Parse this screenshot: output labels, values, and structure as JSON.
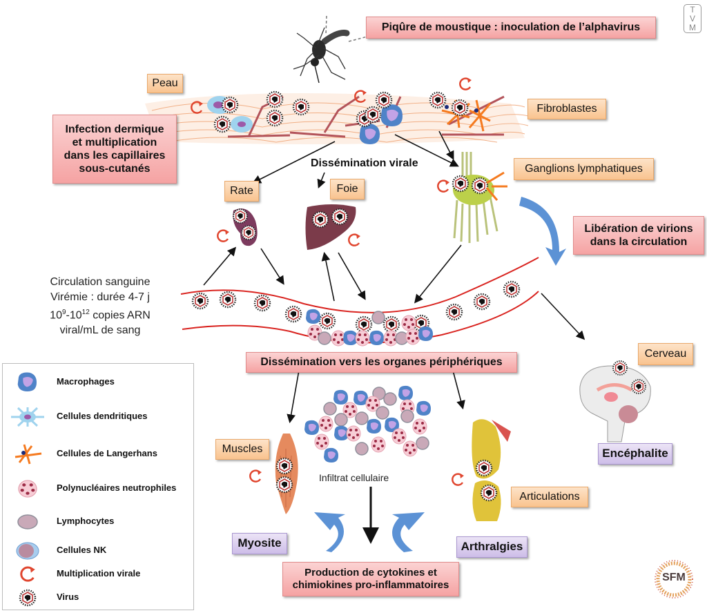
{
  "title_box": "Piqûre de moustique : inoculation de l’alphavirus",
  "labels": {
    "peau": "Peau",
    "fibroblastes": "Fibroblastes",
    "ganglions": "Ganglions lymphatiques",
    "rate": "Rate",
    "foie": "Foie",
    "cerveau": "Cerveau",
    "muscles": "Muscles",
    "articulations": "Articulations"
  },
  "process_boxes": {
    "infection": [
      "Infection dermique",
      "et multiplication",
      "dans les capillaires",
      "sous-cutanés"
    ],
    "liberation": [
      "Libération de virions",
      "dans la circulation"
    ],
    "dissemination_peripherique": "Dissémination vers les organes périphériques",
    "production": [
      "Production de cytokines et",
      "chimiokines pro-inflammatoires"
    ]
  },
  "outcomes": {
    "myosite": "Myosite",
    "arthralgies": "Arthralgies",
    "encephalite": "Encéphalite"
  },
  "annotations": {
    "dissemination_virale": "Dissémination virale",
    "infiltrat": "Infiltrat cellulaire",
    "circulation_title": "Circulation sanguine",
    "viremie": "Virémie : durée  4-7 j",
    "copies_base1": "10",
    "copies_exp1": "9",
    "copies_sep": "-10",
    "copies_exp2": "12",
    "copies_rest": " copies ARN",
    "copies_unit": "viral/mL de sang"
  },
  "legend": [
    {
      "icon": "macrophage-icon",
      "label": "Macrophages"
    },
    {
      "icon": "dendritic-cell-icon",
      "label": "Cellules dendritiques"
    },
    {
      "icon": "langerhans-cell-icon",
      "label": "Cellules de Langerhans"
    },
    {
      "icon": "neutrophil-icon",
      "label": "Polynucléaires neutrophiles"
    },
    {
      "icon": "lymphocyte-icon",
      "label": "Lymphocytes"
    },
    {
      "icon": "nk-cell-icon",
      "label": "Cellules NK"
    },
    {
      "icon": "viral-replication-icon",
      "label": "Multiplication virale"
    },
    {
      "icon": "virus-icon",
      "label": "Virus"
    }
  ],
  "logos": {
    "tvm": [
      "T",
      "V",
      "M"
    ],
    "sfm": "SFM"
  },
  "colors": {
    "process_box": "#f5a3a3",
    "label_box": "#f9c38f",
    "outcome_box": "#cdbde8",
    "vessel": "#d9231f",
    "arrow_blue": "#4a86d0",
    "replication": "#e0462f"
  }
}
